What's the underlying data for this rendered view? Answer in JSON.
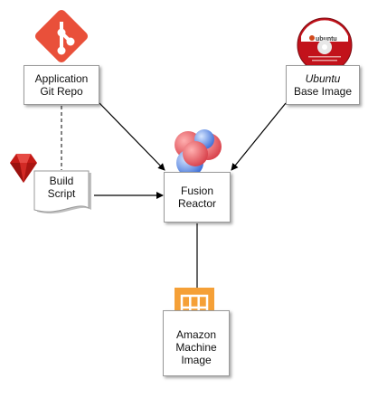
{
  "nodes": {
    "git_repo": {
      "line1": "Application",
      "line2": "Git Repo"
    },
    "ubuntu": {
      "line1": "Ubuntu",
      "line2": "Base Image",
      "disc_label": "ubuntu"
    },
    "build_script": {
      "line1": "Build",
      "line2": "Script"
    },
    "fusion": {
      "line1": "Fusion",
      "line2": "Reactor"
    },
    "ami": {
      "line1": "Amazon",
      "line2": "Machine",
      "line3": "Image"
    }
  },
  "colors": {
    "git": "#e9503a",
    "ubuntu": "#c2121b",
    "ruby": "#c41a16",
    "ami": "#f5a037",
    "edge": "#000000"
  },
  "icons": {
    "git": "git-logo-icon",
    "ubuntu": "ubuntu-disc-icon",
    "ruby": "ruby-gem-icon",
    "fusion": "fusion-spheres-icon",
    "ami": "ami-grid-icon"
  }
}
